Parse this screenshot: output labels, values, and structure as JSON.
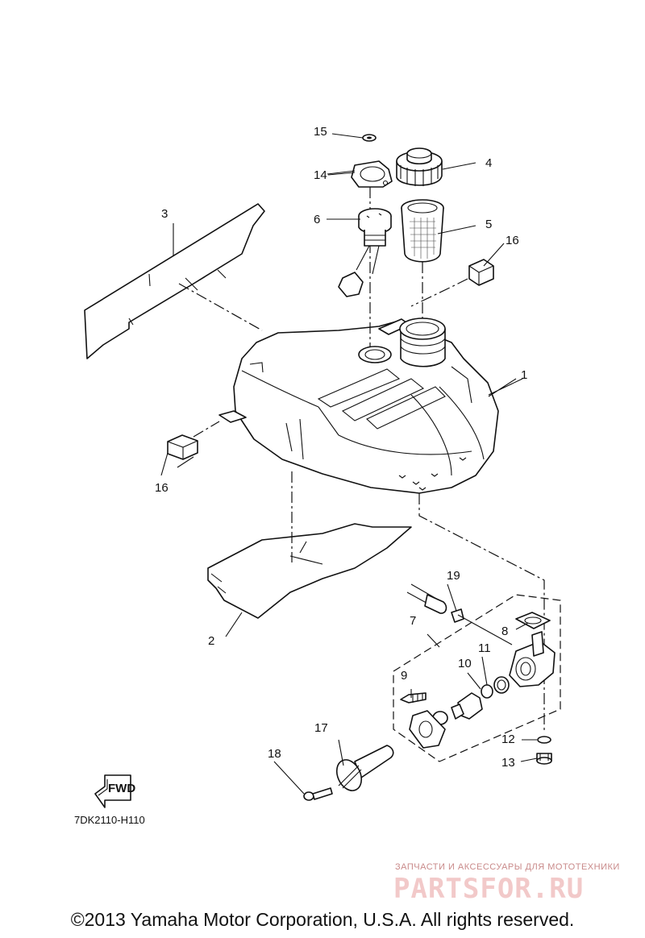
{
  "callouts": {
    "c1": "1",
    "c2": "2",
    "c3": "3",
    "c4": "4",
    "c5": "5",
    "c6": "6",
    "c7": "7",
    "c8": "8",
    "c9": "9",
    "c10": "10",
    "c11": "11",
    "c12": "12",
    "c13": "13",
    "c14": "14",
    "c15": "15",
    "c16a": "16",
    "c16b": "16",
    "c17": "17",
    "c18": "18",
    "c19": "19"
  },
  "fwd_label": "FWD",
  "diagram_code": "7DK2110-H110",
  "watermark": {
    "tagline": "ЗАПЧАСТИ И АКСЕССУАРЫ ДЛЯ МОТОТЕХНИКИ",
    "brand": "PARTSFOR.RU"
  },
  "copyright": "©2013 Yamaha Motor Corporation, U.S.A. All rights reserved."
}
